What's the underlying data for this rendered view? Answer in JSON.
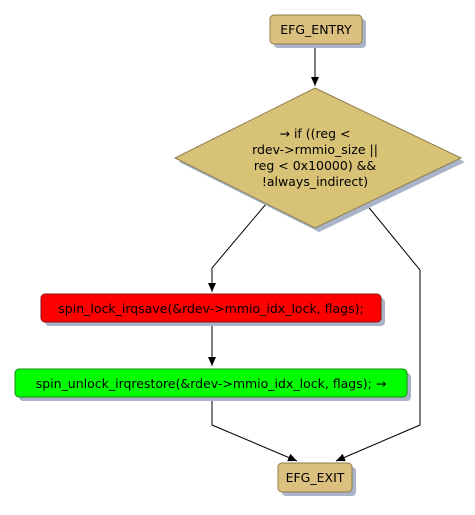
{
  "nodes": {
    "entry": {
      "label": "EFG_ENTRY"
    },
    "condition": {
      "lines": [
        "→ if ((reg <",
        "rdev->rmmio_size ||",
        "reg < 0x10000) &&",
        "!always_indirect)"
      ]
    },
    "lock": {
      "label": "spin_lock_irqsave(&rdev->mmio_idx_lock, flags);"
    },
    "unlock": {
      "label": "spin_unlock_irqrestore(&rdev->mmio_idx_lock, flags); →"
    },
    "exit": {
      "label": "EFG_EXIT"
    }
  },
  "colors": {
    "terminal_fill": "#dcc07f",
    "condition_fill": "#d7c276",
    "lock_fill": "#ff0000",
    "unlock_fill": "#00ff00",
    "shadow": "#a9b4c8",
    "edge": "#000000"
  }
}
